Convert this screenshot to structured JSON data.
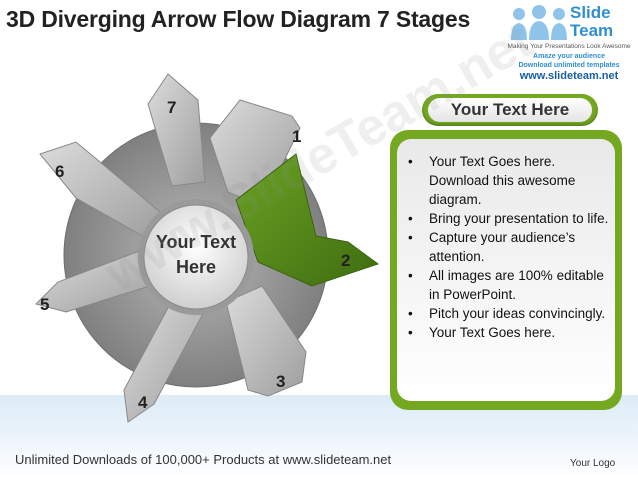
{
  "slide": {
    "title": "3D Diverging Arrow Flow Diagram 7 Stages"
  },
  "logo": {
    "brand_line1": "Slide",
    "brand_line2": "Team",
    "tagline": "Making Your Presentations Look Awesome",
    "promo_line1": "Amaze your audience",
    "promo_line2": "Download unlimited templates",
    "website": "www.slideteam.net"
  },
  "diagram": {
    "center_text": "Your Text Here",
    "stages": [
      {
        "label": "1"
      },
      {
        "label": "2",
        "highlighted": true
      },
      {
        "label": "3"
      },
      {
        "label": "4"
      },
      {
        "label": "5"
      },
      {
        "label": "6"
      },
      {
        "label": "7"
      }
    ],
    "colors": {
      "gear": "#8c8c8c",
      "arrow": "#b4b4b4",
      "highlight": "#4e8416",
      "accent_green": "#74a821"
    }
  },
  "text_panel": {
    "header": "Your Text Here",
    "bullets": [
      "Your Text Goes here. Download this awesome diagram.",
      "Bring your presentation to life.",
      "Capture your audience’s attention.",
      "All images are 100% editable in PowerPoint.",
      "Pitch your ideas convincingly.",
      "Your Text Goes here."
    ]
  },
  "watermark": "www.SlideTeam.net",
  "footer": {
    "text": "Unlimited Downloads of 100,000+ Products at www.slideteam.net",
    "your_logo": "Your Logo"
  }
}
